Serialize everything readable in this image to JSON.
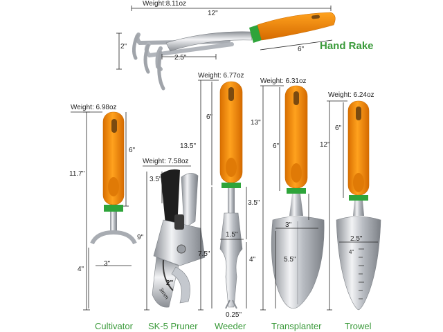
{
  "colors": {
    "handle": "#f08a0c",
    "handle_dark": "#c96a00",
    "collar": "#2ea43a",
    "steel": "#c9ccd0",
    "steel_dark": "#8c9096",
    "text": "#222222",
    "name_text": "#3a9a3a"
  },
  "tools": {
    "hand_rake": {
      "name": "Hand Rake",
      "weight": "Weight:8.11oz",
      "length": "12\"",
      "tine_height": "2\"",
      "tine_width": "2.5\"",
      "handle": "6\""
    },
    "cultivator": {
      "name": "Cultivator",
      "weight": "Weight: 6.98oz",
      "length": "11.7\"",
      "handle": "6\"",
      "head_height": "4\"",
      "head_width": "3\""
    },
    "pruner": {
      "name": "SK-5 Pruner",
      "weight": "Weight: 7.58oz",
      "handle": "3.5\"",
      "length": "9\"",
      "cut": "2\"",
      "blade_text": "3mm"
    },
    "weeder": {
      "name": "Weeder",
      "weight": "Weight: 6.77oz",
      "length": "13.5\"",
      "handle": "6\"",
      "shaft": "7.5\"",
      "head_width": "1.5\"",
      "head_height": "4\"",
      "tip": "0.25\""
    },
    "transplanter": {
      "name": "Transplanter",
      "weight": "Weight: 6.31oz",
      "length": "13\"",
      "handle": "6\"",
      "head_height": "3.5\"",
      "head_width": "3\"",
      "blade": "5.5\""
    },
    "trowel": {
      "name": "Trowel",
      "weight": "Weight: 6.24oz",
      "length": "12\"",
      "handle": "6\"",
      "head_width": "2.5\"",
      "scale_mark": "4\""
    }
  }
}
